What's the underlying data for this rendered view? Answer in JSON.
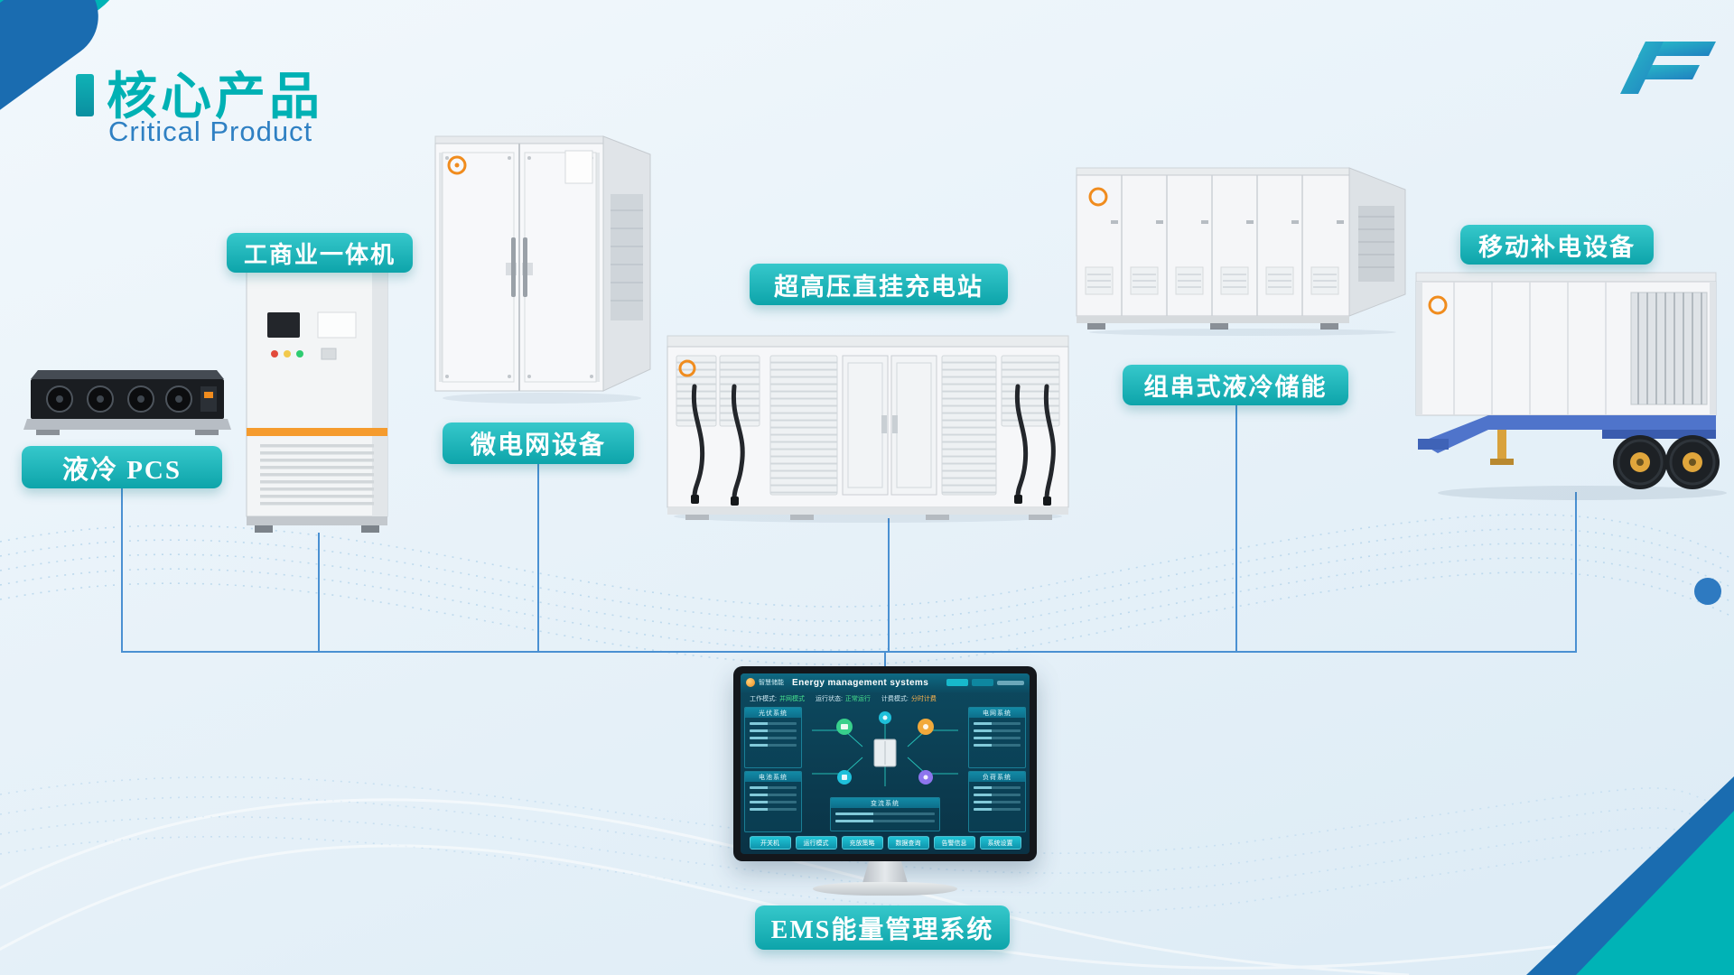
{
  "page": {
    "title": "核心产品",
    "subtitle": "Critical Product"
  },
  "products": [
    {
      "label": "工商业一体机"
    },
    {
      "label": "液冷 PCS"
    },
    {
      "label": "微电网设备"
    },
    {
      "label": "超高压直挂充电站"
    },
    {
      "label": "组串式液冷储能"
    },
    {
      "label": "移动补电设备"
    },
    {
      "label": "EMS能量管理系统"
    }
  ],
  "ems_screen": {
    "brand": "智慧储能",
    "title": "Energy management systems",
    "status": [
      {
        "label": "工作模式:",
        "value": "并网模式"
      },
      {
        "label": "运行状态:",
        "value": "正常运行"
      },
      {
        "label": "计费模式:",
        "value": "分时计费"
      }
    ],
    "panels": {
      "left_top": "光伏系统",
      "left_bottom": "电池系统",
      "right_top": "电网系统",
      "right_bottom": "负荷系统",
      "bottom": "变流系统"
    },
    "buttons": [
      "开关机",
      "运行模式",
      "充放策略",
      "数据查询",
      "告警信息",
      "系统设置"
    ]
  },
  "colors": {
    "accent_teal": "#00b3b6",
    "corner_blue": "#1a6cb0",
    "line_blue": "#4a90d2",
    "logo_orange": "#f08c1e",
    "title_teal": "#00b1b4",
    "subtitle_blue": "#2f80c3"
  }
}
